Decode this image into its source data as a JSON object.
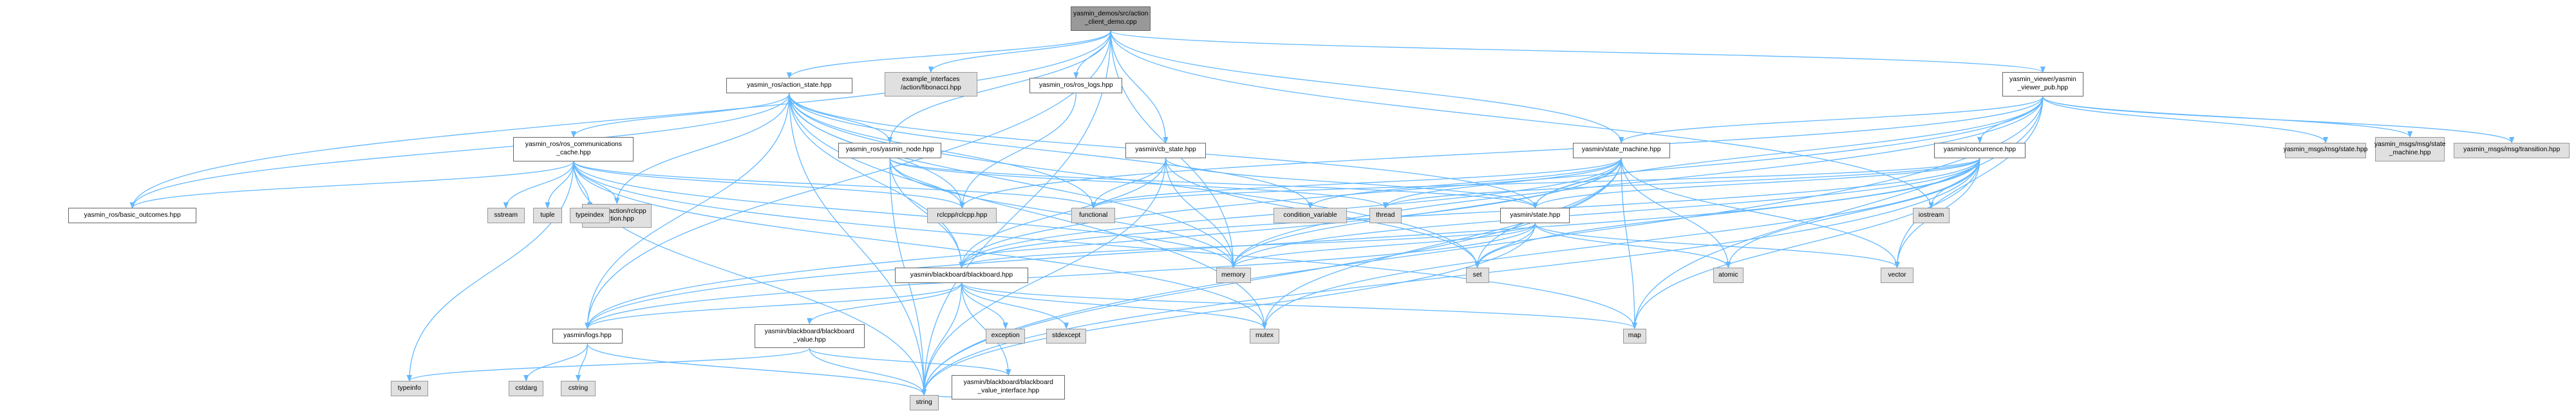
{
  "colors": {
    "edge": "#63b8ff",
    "root_fill": "#999999",
    "external_fill": "#e0e0e0",
    "local_fill": "#ffffff",
    "border": "#666666"
  },
  "nodes": {
    "root": {
      "label": "yasmin_demos/src/action\n_client_demo.cpp",
      "kind": "root"
    },
    "action_state": {
      "label": "yasmin_ros/action_state.hpp",
      "kind": "local"
    },
    "example_if": {
      "label": "example_interfaces\n/action/fibonacci.hpp",
      "kind": "external"
    },
    "ros_logs": {
      "label": "yasmin_ros/ros_logs.hpp",
      "kind": "local"
    },
    "viewer_pub": {
      "label": "yasmin_viewer/yasmin\n_viewer_pub.hpp",
      "kind": "local"
    },
    "comm_cache": {
      "label": "yasmin_ros/ros_communications\n_cache.hpp",
      "kind": "local"
    },
    "yasmin_node": {
      "label": "yasmin_ros/yasmin_node.hpp",
      "kind": "local"
    },
    "cb_state": {
      "label": "yasmin/cb_state.hpp",
      "kind": "local"
    },
    "state_machine": {
      "label": "yasmin/state_machine.hpp",
      "kind": "local"
    },
    "concurrence": {
      "label": "yasmin/concurrence.hpp",
      "kind": "local"
    },
    "msg_state": {
      "label": "yasmin_msgs/msg/state.hpp",
      "kind": "external"
    },
    "msg_sm": {
      "label": "yasmin_msgs/msg/state\n_machine.hpp",
      "kind": "external"
    },
    "msg_trans": {
      "label": "yasmin_msgs/msg/transition.hpp",
      "kind": "external"
    },
    "basic_outcomes": {
      "label": "yasmin_ros/basic_outcomes.hpp",
      "kind": "local"
    },
    "rclcpp_action": {
      "label": "rclcpp_action/rclcpp\n_action.hpp",
      "kind": "external"
    },
    "sstream": {
      "label": "sstream",
      "kind": "external"
    },
    "tuple": {
      "label": "tuple",
      "kind": "external"
    },
    "typeindex": {
      "label": "typeindex",
      "kind": "external"
    },
    "rclcpp": {
      "label": "rclcpp/rclcpp.hpp",
      "kind": "external"
    },
    "functional": {
      "label": "functional",
      "kind": "external"
    },
    "cond_var": {
      "label": "condition_variable",
      "kind": "external"
    },
    "thread": {
      "label": "thread",
      "kind": "external"
    },
    "state": {
      "label": "yasmin/state.hpp",
      "kind": "local"
    },
    "iostream": {
      "label": "iostream",
      "kind": "external"
    },
    "blackboard": {
      "label": "yasmin/blackboard/blackboard.hpp",
      "kind": "local"
    },
    "memory": {
      "label": "memory",
      "kind": "external"
    },
    "set": {
      "label": "set",
      "kind": "external"
    },
    "atomic": {
      "label": "atomic",
      "kind": "external"
    },
    "vector": {
      "label": "vector",
      "kind": "external"
    },
    "logs": {
      "label": "yasmin/logs.hpp",
      "kind": "local"
    },
    "bb_value": {
      "label": "yasmin/blackboard/blackboard\n_value.hpp",
      "kind": "local"
    },
    "exception": {
      "label": "exception",
      "kind": "external"
    },
    "stdexcept": {
      "label": "stdexcept",
      "kind": "external"
    },
    "mutex": {
      "label": "mutex",
      "kind": "external"
    },
    "map": {
      "label": "map",
      "kind": "external"
    },
    "cstdarg": {
      "label": "cstdarg",
      "kind": "external"
    },
    "cstring": {
      "label": "cstring",
      "kind": "external"
    },
    "typeinfo": {
      "label": "typeinfo",
      "kind": "external"
    },
    "bb_value_if": {
      "label": "yasmin/blackboard/blackboard\n_value_interface.hpp",
      "kind": "local"
    },
    "string": {
      "label": "string",
      "kind": "external"
    }
  },
  "edges": [
    [
      "root",
      "action_state"
    ],
    [
      "root",
      "example_if"
    ],
    [
      "root",
      "ros_logs"
    ],
    [
      "root",
      "viewer_pub"
    ],
    [
      "root",
      "yasmin_node"
    ],
    [
      "root",
      "cb_state"
    ],
    [
      "root",
      "state_machine"
    ],
    [
      "root",
      "basic_outcomes"
    ],
    [
      "root",
      "logs"
    ],
    [
      "root",
      "iostream"
    ],
    [
      "root",
      "memory"
    ],
    [
      "root",
      "string"
    ],
    [
      "action_state",
      "comm_cache"
    ],
    [
      "action_state",
      "yasmin_node"
    ],
    [
      "action_state",
      "basic_outcomes"
    ],
    [
      "action_state",
      "rclcpp_action"
    ],
    [
      "action_state",
      "rclcpp"
    ],
    [
      "action_state",
      "functional"
    ],
    [
      "action_state",
      "cond_var"
    ],
    [
      "action_state",
      "state"
    ],
    [
      "action_state",
      "blackboard"
    ],
    [
      "action_state",
      "logs"
    ],
    [
      "action_state",
      "memory"
    ],
    [
      "action_state",
      "set"
    ],
    [
      "action_state",
      "mutex"
    ],
    [
      "action_state",
      "string"
    ],
    [
      "ros_logs",
      "rclcpp"
    ],
    [
      "comm_cache",
      "rclcpp_action"
    ],
    [
      "comm_cache",
      "sstream"
    ],
    [
      "comm_cache",
      "tuple"
    ],
    [
      "comm_cache",
      "typeindex"
    ],
    [
      "comm_cache",
      "rclcpp"
    ],
    [
      "comm_cache",
      "functional"
    ],
    [
      "comm_cache",
      "memory"
    ],
    [
      "comm_cache",
      "map"
    ],
    [
      "comm_cache",
      "mutex"
    ],
    [
      "comm_cache",
      "basic_outcomes"
    ],
    [
      "comm_cache",
      "string"
    ],
    [
      "comm_cache",
      "typeinfo"
    ],
    [
      "yasmin_node",
      "rclcpp"
    ],
    [
      "yasmin_node",
      "thread"
    ],
    [
      "yasmin_node",
      "memory"
    ],
    [
      "yasmin_node",
      "string"
    ],
    [
      "yasmin_node",
      "blackboard"
    ],
    [
      "yasmin_node",
      "state"
    ],
    [
      "cb_state",
      "functional"
    ],
    [
      "cb_state",
      "memory"
    ],
    [
      "cb_state",
      "string"
    ],
    [
      "cb_state",
      "state"
    ],
    [
      "cb_state",
      "blackboard"
    ],
    [
      "cb_state",
      "set"
    ],
    [
      "state_machine",
      "functional"
    ],
    [
      "state_machine",
      "cond_var"
    ],
    [
      "state_machine",
      "thread"
    ],
    [
      "state_machine",
      "state"
    ],
    [
      "state_machine",
      "blackboard"
    ],
    [
      "state_machine",
      "logs"
    ],
    [
      "state_machine",
      "memory"
    ],
    [
      "state_machine",
      "set"
    ],
    [
      "state_machine",
      "atomic"
    ],
    [
      "state_machine",
      "vector"
    ],
    [
      "state_machine",
      "mutex"
    ],
    [
      "state_machine",
      "map"
    ],
    [
      "state_machine",
      "string"
    ],
    [
      "viewer_pub",
      "state_machine"
    ],
    [
      "viewer_pub",
      "concurrence"
    ],
    [
      "viewer_pub",
      "state"
    ],
    [
      "viewer_pub",
      "msg_state"
    ],
    [
      "viewer_pub",
      "msg_sm"
    ],
    [
      "viewer_pub",
      "msg_trans"
    ],
    [
      "viewer_pub",
      "rclcpp"
    ],
    [
      "viewer_pub",
      "vector"
    ],
    [
      "viewer_pub",
      "map"
    ],
    [
      "viewer_pub",
      "memory"
    ],
    [
      "viewer_pub",
      "string"
    ],
    [
      "viewer_pub",
      "blackboard"
    ],
    [
      "concurrence",
      "state"
    ],
    [
      "concurrence",
      "blackboard"
    ],
    [
      "concurrence",
      "functional"
    ],
    [
      "concurrence",
      "thread"
    ],
    [
      "concurrence",
      "iostream"
    ],
    [
      "concurrence",
      "memory"
    ],
    [
      "concurrence",
      "set"
    ],
    [
      "concurrence",
      "atomic"
    ],
    [
      "concurrence",
      "vector"
    ],
    [
      "concurrence",
      "mutex"
    ],
    [
      "concurrence",
      "map"
    ],
    [
      "concurrence",
      "string"
    ],
    [
      "concurrence",
      "logs"
    ],
    [
      "state",
      "blackboard"
    ],
    [
      "state",
      "logs"
    ],
    [
      "state",
      "memory"
    ],
    [
      "state",
      "set"
    ],
    [
      "state",
      "atomic"
    ],
    [
      "state",
      "vector"
    ],
    [
      "state",
      "string"
    ],
    [
      "blackboard",
      "logs"
    ],
    [
      "blackboard",
      "bb_value"
    ],
    [
      "blackboard",
      "bb_value_if"
    ],
    [
      "blackboard",
      "exception"
    ],
    [
      "blackboard",
      "stdexcept"
    ],
    [
      "blackboard",
      "mutex"
    ],
    [
      "blackboard",
      "map"
    ],
    [
      "blackboard",
      "string"
    ],
    [
      "logs",
      "cstdarg"
    ],
    [
      "logs",
      "cstring"
    ],
    [
      "logs",
      "string"
    ],
    [
      "bb_value",
      "bb_value_if"
    ],
    [
      "bb_value",
      "typeinfo"
    ],
    [
      "bb_value",
      "string"
    ],
    [
      "bb_value_if",
      "string"
    ]
  ]
}
